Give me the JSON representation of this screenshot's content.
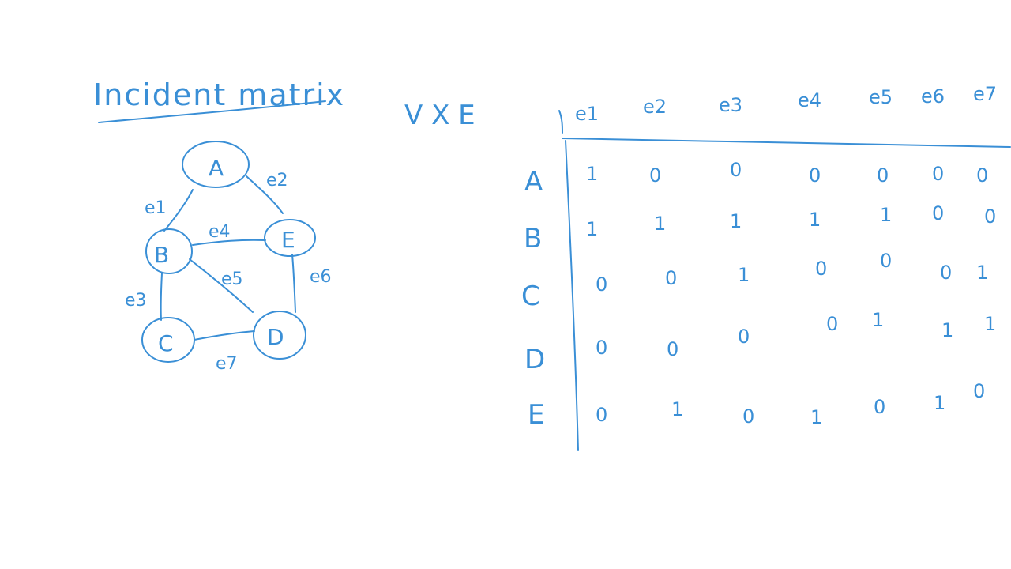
{
  "title": "Incident matrix",
  "matrix_label": "V X E",
  "ink_color": "#3a8fd6",
  "graph": {
    "nodes": [
      {
        "id": "A",
        "label": "A"
      },
      {
        "id": "B",
        "label": "B"
      },
      {
        "id": "C",
        "label": "C"
      },
      {
        "id": "D",
        "label": "D"
      },
      {
        "id": "E",
        "label": "E"
      }
    ],
    "edges": [
      {
        "label": "e1",
        "from": "A",
        "to": "B"
      },
      {
        "label": "e2",
        "from": "A",
        "to": "E"
      },
      {
        "label": "e3",
        "from": "B",
        "to": "C"
      },
      {
        "label": "e4",
        "from": "B",
        "to": "E"
      },
      {
        "label": "e5",
        "from": "B",
        "to": "D"
      },
      {
        "label": "e6",
        "from": "E",
        "to": "D"
      },
      {
        "label": "e7",
        "from": "C",
        "to": "D"
      }
    ]
  },
  "matrix": {
    "columns": [
      "e1",
      "e2",
      "e3",
      "e4",
      "e5",
      "e6",
      "e7"
    ],
    "rows": [
      "A",
      "B",
      "C",
      "D",
      "E"
    ],
    "cells": [
      [
        "1",
        "0",
        "0",
        "0",
        "0",
        "0",
        "0"
      ],
      [
        "1",
        "1",
        "1",
        "1",
        "1",
        "0",
        "0"
      ],
      [
        "0",
        "0",
        "1",
        "0",
        "0",
        "0",
        "1"
      ],
      [
        "0",
        "0",
        "0",
        "0",
        "1",
        "1",
        "1"
      ],
      [
        "0",
        "1",
        "0",
        "1",
        "0",
        "1",
        "0"
      ]
    ]
  }
}
